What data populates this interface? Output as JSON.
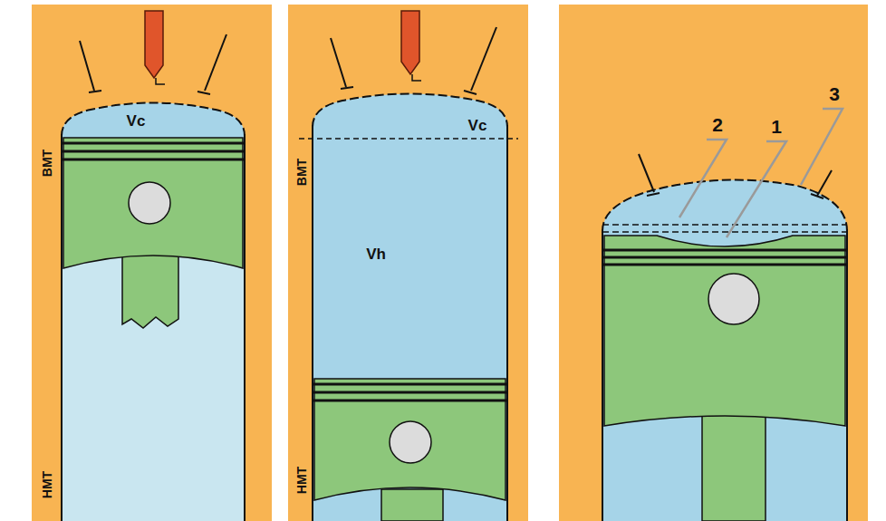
{
  "diagram": {
    "labels": [
      "Vc",
      "BMT",
      "HMT",
      "Vc",
      "Vh",
      "BMT",
      "HMT",
      "2",
      "1",
      "3"
    ]
  }
}
